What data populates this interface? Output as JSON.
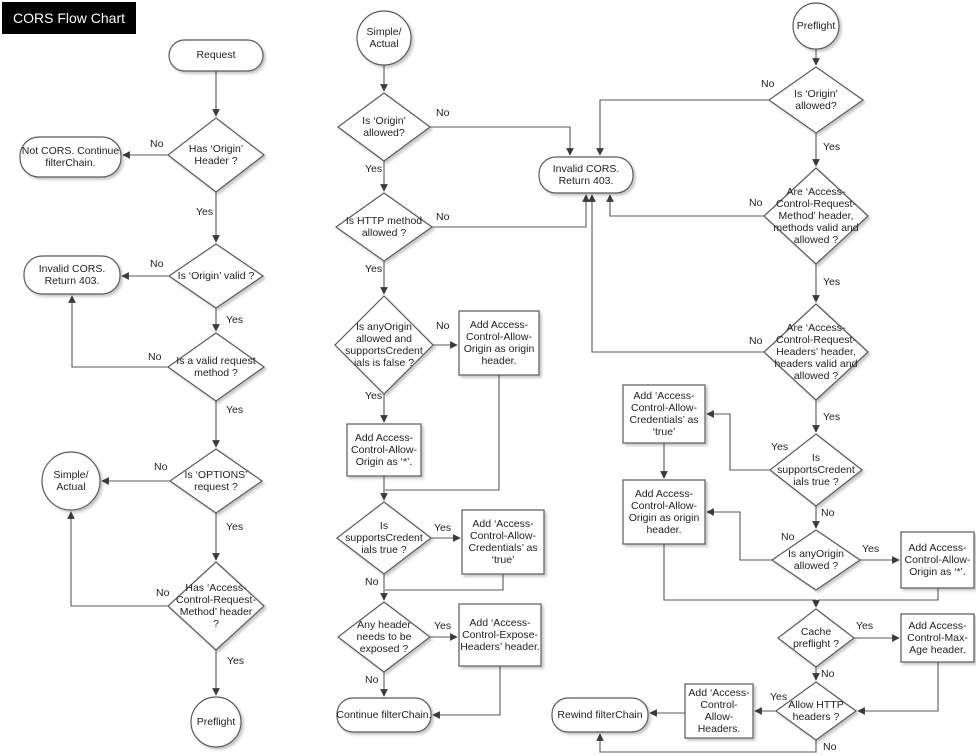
{
  "title": "CORS Flow Chart",
  "edge_labels": {
    "yes": "Yes",
    "no": "No"
  },
  "request_flow": {
    "request": "Request",
    "has_origin_header": "Has ‘Origin’\nHeader ?",
    "not_cors": "Not CORS. Continue\nfilterChain.",
    "is_origin_valid": "Is ‘Origin’ valid ?",
    "invalid_cors": "Invalid CORS.\nReturn 403.",
    "is_valid_request_method": "Is a valid request\nmethod ?",
    "is_options_request": "Is ‘OPTIONS’\nrequest ?",
    "simple_actual": "Simple/\nActual",
    "has_acrm_header": "Has ‘Access-\nControl-Request-\nMethod’ header\n?",
    "preflight": "Preflight"
  },
  "simple_actual_flow": {
    "start": "Simple/\nActual",
    "is_origin_allowed": "Is ‘Origin’\nallowed?",
    "is_http_method_allowed": "Is HTTP method\nallowed ?",
    "invalid_cors": "Invalid CORS.\nReturn 403.",
    "is_anyorigin_and_credentials_false": "Is anyOrigin\nallowed and\nsupportsCredent\nials is false ?",
    "add_origin_as_origin_header": "Add Access-\nControl-Allow-\nOrigin as origin\nheader.",
    "add_origin_as_star": "Add Access-\nControl-Allow-\nOrigin as ‘*’.",
    "is_supports_credentials": "Is\nsupportsCredent\nials true ?",
    "add_credentials_true": "Add ‘Access-\nControl-Allow-\nCredentials’ as\n‘true’",
    "any_header_exposed": "Any header\nneeds to be\nexposed ?",
    "add_expose_headers": "Add ‘Access-\nControl-Expose-\nHeaders’ header.",
    "continue_filterchain": "Continue filterChain."
  },
  "preflight_flow": {
    "start": "Preflight",
    "is_origin_allowed": "Is ‘Origin’\nallowed?",
    "acrm_valid": "Are ‘Access-\nControl-Request-\nMethod’ header,\nmethods valid and\nallowed ?",
    "acrh_valid": "Are ‘Access-\nControl-Request-\nHeaders’ header,\nheaders valid and\nallowed ?",
    "is_supports_credentials": "Is\nsupportsCredent\nials true ?",
    "add_credentials_true": "Add ‘Access-\nControl-Allow-\nCredentials’ as\n‘true’",
    "add_origin_as_origin_header": "Add Access-\nControl-Allow-\nOrigin as origin\nheader.",
    "is_anyorigin_allowed": "Is anyOrigin\nallowed ?",
    "add_origin_as_star": "Add Access-\nControl-Allow-\nOrigin as ‘*’.",
    "cache_preflight": "Cache\npreflight ?",
    "add_max_age": "Add Access-\nControl-Max-\nAge header.",
    "allow_http_headers": "Allow HTTP\nheaders ?",
    "add_allow_headers": "Add ‘Access-\nControl-\nAllow-\nHeaders.",
    "rewind_filterchain": "Rewind filterChain"
  }
}
